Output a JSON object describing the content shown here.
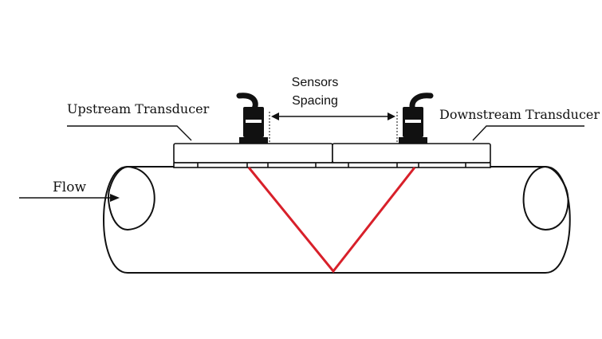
{
  "labels": {
    "upstream": "Upstream Transducer",
    "downstream": "Downstream Transducer",
    "spacing_line1": "Sensors",
    "spacing_line2": "Spacing",
    "flow": "Flow"
  },
  "colors": {
    "stroke": "#111111",
    "beam": "#d8202a",
    "background": "#ffffff"
  }
}
